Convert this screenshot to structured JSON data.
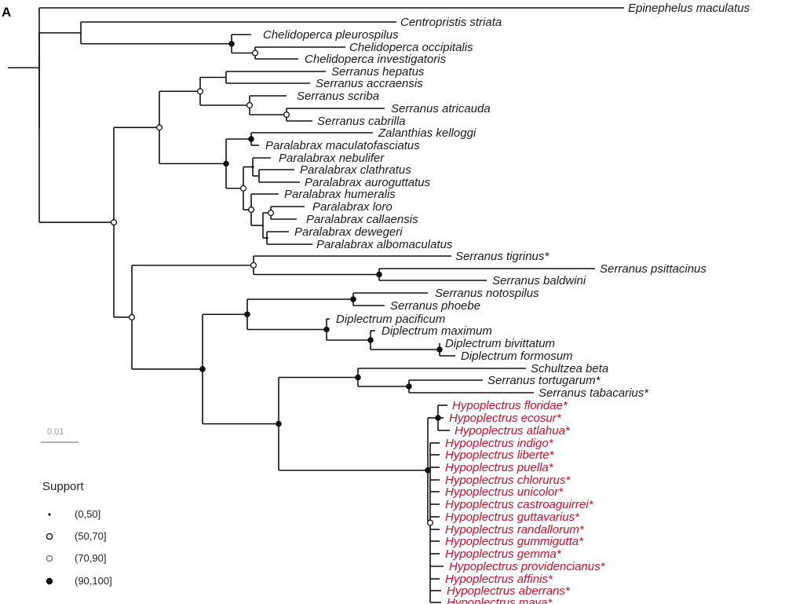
{
  "panel_label": "A",
  "colors": {
    "default": "#1a1a1a",
    "hypoplectrus": "#c8102e",
    "scale_bar": "#b0b0b0"
  },
  "scale_bar": {
    "label": "0.01"
  },
  "legend": {
    "title": "Support",
    "items": [
      {
        "label": "(0,50]",
        "marker": "tiny-dot"
      },
      {
        "label": "(50,70]",
        "marker": "open-circle"
      },
      {
        "label": "(70,90]",
        "marker": "open-circle-grey"
      },
      {
        "label": "(90,100]",
        "marker": "filled-circle"
      }
    ]
  },
  "taxa": [
    "Epinephelus maculatus",
    "Centropristis striata",
    "Chelidoperca pleurospilus",
    "Chelidoperca occipitalis",
    "Chelidoperca investigatoris",
    "Serranus hepatus",
    "Serranus accraensis",
    "Serranus scriba",
    "Serranus atricauda",
    "Serranus cabrilla",
    "Zalanthias kelloggi",
    "Paralabrax maculatofasciatus",
    "Paralabrax nebulifer",
    "Paralabrax clathratus",
    "Paralabrax auroguttatus",
    "Paralabrax humeralis",
    "Paralabrax loro",
    "Paralabrax callaensis",
    "Paralabrax dewegeri",
    "Paralabrax albomaculatus",
    "Serranus tigrinus*",
    "Serranus psittacinus",
    "Serranus baldwini",
    "Serranus notospilus",
    "Serranus phoebe",
    "Diplectrum pacificum",
    "Diplectrum maximum",
    "Diplectrum bivittatum",
    "Diplectrum formosum",
    "Schultzea beta",
    "Serranus tortugarum*",
    "Serranus tabacarius*",
    "Hypoplectrus floridae*",
    "Hypoplectrus ecosur*",
    "Hypoplectrus atlahua*",
    "Hypoplectrus indigo*",
    "Hypoplectrus liberte*",
    "Hypoplectrus puella*",
    "Hypoplectrus chlorurus*",
    "Hypoplectrus unicolor*",
    "Hypoplectrus castroaguirrei*",
    "Hypoplectrus guttavarius*",
    "Hypoplectrus randallorum*",
    "Hypoplectrus gummigutta*",
    "Hypoplectrus gemma*",
    "Hypoplectrus providencianus*",
    "Hypoplectrus affinis*",
    "Hypoplectrus aberrans*",
    "Hypoplectrus maya*"
  ]
}
